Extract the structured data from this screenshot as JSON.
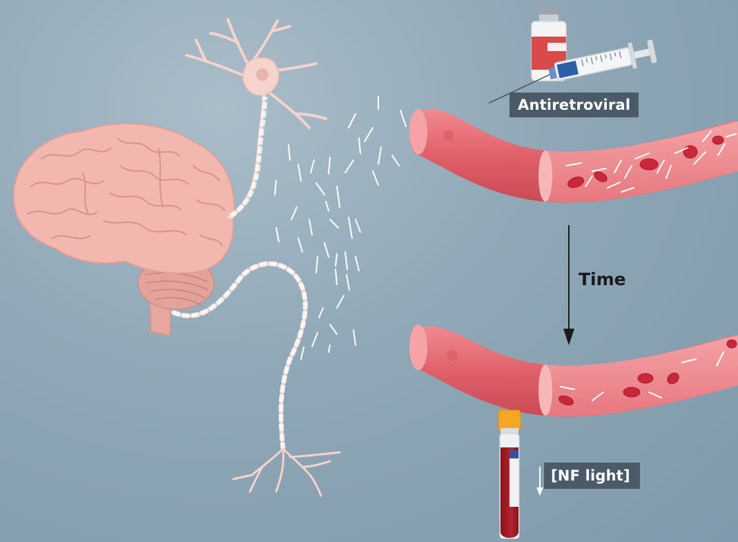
{
  "labels": {
    "antiretroviral": "Antiretroviral",
    "time": "Time",
    "nf_light": "[NF light]"
  },
  "colors": {
    "background": "#8fa7b6",
    "brain": "#f2b8b0",
    "neuron": "#f6d3cc",
    "vessel": "#e26d75",
    "red_cell": "#c9283a",
    "fragment": "#ffffff",
    "label_box": "#4a5b67",
    "tube_cap": "#f5a623",
    "blood": "#a51c24"
  }
}
